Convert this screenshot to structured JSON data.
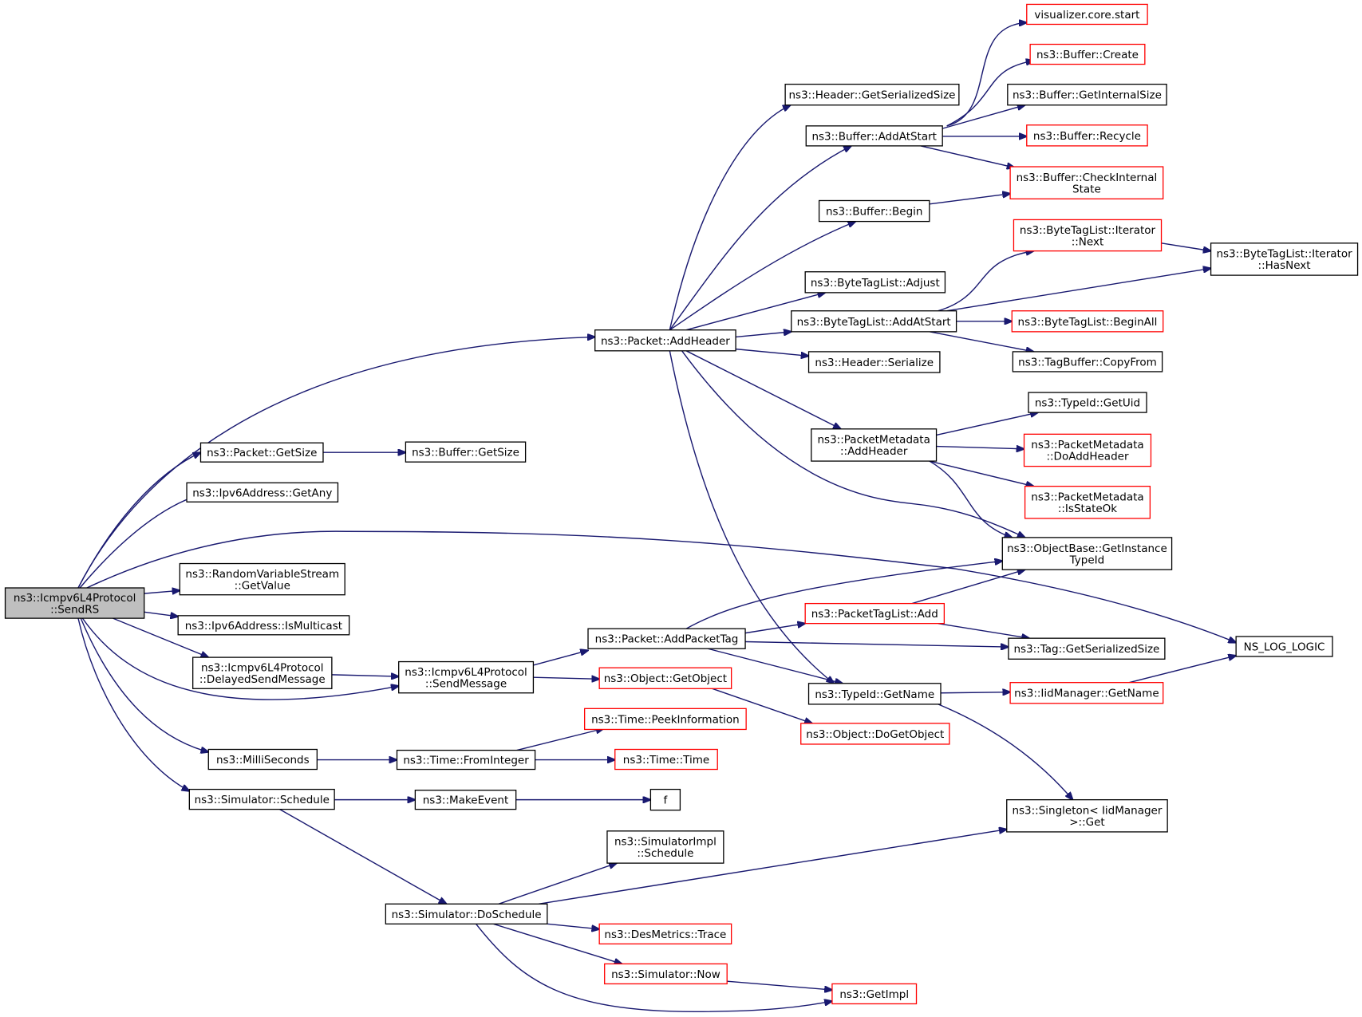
{
  "diagram": {
    "type": "call-graph",
    "colors": {
      "edge": "#191970",
      "root_fill": "#bfbfbf",
      "node_border": "#000000",
      "undocumented_border": "#ff0000"
    },
    "nodes": [
      {
        "id": "root",
        "lines": [
          "ns3::Icmpv6L4Protocol",
          "::SendRS"
        ],
        "style": "root"
      },
      {
        "id": "addHeader",
        "lines": [
          "ns3::Packet::AddHeader"
        ],
        "style": "normal"
      },
      {
        "id": "getSize",
        "lines": [
          "ns3::Packet::GetSize"
        ],
        "style": "normal"
      },
      {
        "id": "bufGetSize",
        "lines": [
          "ns3::Buffer::GetSize"
        ],
        "style": "normal"
      },
      {
        "id": "getAny",
        "lines": [
          "ns3::Ipv6Address::GetAny"
        ],
        "style": "normal"
      },
      {
        "id": "rvsGetValue",
        "lines": [
          "ns3::RandomVariableStream",
          "::GetValue"
        ],
        "style": "normal"
      },
      {
        "id": "isMulticast",
        "lines": [
          "ns3::Ipv6Address::IsMulticast"
        ],
        "style": "normal"
      },
      {
        "id": "delayedSend",
        "lines": [
          "ns3::Icmpv6L4Protocol",
          "::DelayedSendMessage"
        ],
        "style": "normal"
      },
      {
        "id": "sendMessage",
        "lines": [
          "ns3::Icmpv6L4Protocol",
          "::SendMessage"
        ],
        "style": "normal"
      },
      {
        "id": "milliSeconds",
        "lines": [
          "ns3::MilliSeconds"
        ],
        "style": "normal"
      },
      {
        "id": "fromInteger",
        "lines": [
          "ns3::Time::FromInteger"
        ],
        "style": "normal"
      },
      {
        "id": "schedule",
        "lines": [
          "ns3::Simulator::Schedule"
        ],
        "style": "normal"
      },
      {
        "id": "makeEvent",
        "lines": [
          "ns3::MakeEvent"
        ],
        "style": "normal"
      },
      {
        "id": "f",
        "lines": [
          "f"
        ],
        "style": "normal"
      },
      {
        "id": "doSchedule",
        "lines": [
          "ns3::Simulator::DoSchedule"
        ],
        "style": "normal"
      },
      {
        "id": "simImplSchedule",
        "lines": [
          "ns3::SimulatorImpl",
          "::Schedule"
        ],
        "style": "normal"
      },
      {
        "id": "desMetrics",
        "lines": [
          "ns3::DesMetrics::Trace"
        ],
        "style": "red"
      },
      {
        "id": "simNow",
        "lines": [
          "ns3::Simulator::Now"
        ],
        "style": "red"
      },
      {
        "id": "getImpl",
        "lines": [
          "ns3::GetImpl"
        ],
        "style": "red"
      },
      {
        "id": "headerGetSerSize",
        "lines": [
          "ns3::Header::GetSerializedSize"
        ],
        "style": "normal"
      },
      {
        "id": "bufAddAtStart",
        "lines": [
          "ns3::Buffer::AddAtStart"
        ],
        "style": "normal"
      },
      {
        "id": "vizStart",
        "lines": [
          "visualizer.core.start"
        ],
        "style": "red"
      },
      {
        "id": "bufCreate",
        "lines": [
          "ns3::Buffer::Create"
        ],
        "style": "red"
      },
      {
        "id": "bufGetInternalSize",
        "lines": [
          "ns3::Buffer::GetInternalSize"
        ],
        "style": "normal"
      },
      {
        "id": "bufRecycle",
        "lines": [
          "ns3::Buffer::Recycle"
        ],
        "style": "red"
      },
      {
        "id": "bufCheckInternal",
        "lines": [
          "ns3::Buffer::CheckInternal",
          "State"
        ],
        "style": "red"
      },
      {
        "id": "bufBegin",
        "lines": [
          "ns3::Buffer::Begin"
        ],
        "style": "normal"
      },
      {
        "id": "btlAdjust",
        "lines": [
          "ns3::ByteTagList::Adjust"
        ],
        "style": "normal"
      },
      {
        "id": "btlAddAtStart",
        "lines": [
          "ns3::ByteTagList::AddAtStart"
        ],
        "style": "normal"
      },
      {
        "id": "btlIterNext",
        "lines": [
          "ns3::ByteTagList::Iterator",
          "::Next"
        ],
        "style": "red"
      },
      {
        "id": "btlIterHasNext",
        "lines": [
          "ns3::ByteTagList::Iterator",
          "::HasNext"
        ],
        "style": "normal"
      },
      {
        "id": "btlBeginAll",
        "lines": [
          "ns3::ByteTagList::BeginAll"
        ],
        "style": "red"
      },
      {
        "id": "tagBufCopyFrom",
        "lines": [
          "ns3::TagBuffer::CopyFrom"
        ],
        "style": "normal"
      },
      {
        "id": "headerSerialize",
        "lines": [
          "ns3::Header::Serialize"
        ],
        "style": "normal"
      },
      {
        "id": "pmAddHeader",
        "lines": [
          "ns3::PacketMetadata",
          "::AddHeader"
        ],
        "style": "normal"
      },
      {
        "id": "typeIdGetUid",
        "lines": [
          "ns3::TypeId::GetUid"
        ],
        "style": "normal"
      },
      {
        "id": "pmDoAddHeader",
        "lines": [
          "ns3::PacketMetadata",
          "::DoAddHeader"
        ],
        "style": "red"
      },
      {
        "id": "pmIsStateOk",
        "lines": [
          "ns3::PacketMetadata",
          "::IsStateOk"
        ],
        "style": "red"
      },
      {
        "id": "getInstanceTypeId",
        "lines": [
          "ns3::ObjectBase::GetInstance",
          "TypeId"
        ],
        "style": "normal"
      },
      {
        "id": "nsLogLogic",
        "lines": [
          "NS_LOG_LOGIC"
        ],
        "style": "normal"
      },
      {
        "id": "addPacketTag",
        "lines": [
          "ns3::Packet::AddPacketTag"
        ],
        "style": "normal"
      },
      {
        "id": "ptlAdd",
        "lines": [
          "ns3::PacketTagList::Add"
        ],
        "style": "red"
      },
      {
        "id": "tagGetSerSize",
        "lines": [
          "ns3::Tag::GetSerializedSize"
        ],
        "style": "normal"
      },
      {
        "id": "typeIdGetName",
        "lines": [
          "ns3::TypeId::GetName"
        ],
        "style": "normal"
      },
      {
        "id": "iidGetName",
        "lines": [
          "ns3::IidManager::GetName"
        ],
        "style": "red"
      },
      {
        "id": "singletonGet",
        "lines": [
          "ns3::Singleton< IidManager",
          ">::Get"
        ],
        "style": "normal"
      },
      {
        "id": "objGetObject",
        "lines": [
          "ns3::Object::GetObject"
        ],
        "style": "red"
      },
      {
        "id": "objDoGetObject",
        "lines": [
          "ns3::Object::DoGetObject"
        ],
        "style": "red"
      },
      {
        "id": "timePeekInfo",
        "lines": [
          "ns3::Time::PeekInformation"
        ],
        "style": "red"
      },
      {
        "id": "timeTime",
        "lines": [
          "ns3::Time::Time"
        ],
        "style": "red"
      }
    ],
    "edges": [
      [
        "root",
        "addHeader"
      ],
      [
        "root",
        "getSize"
      ],
      [
        "root",
        "getAny"
      ],
      [
        "root",
        "nsLogLogic"
      ],
      [
        "root",
        "rvsGetValue"
      ],
      [
        "root",
        "isMulticast"
      ],
      [
        "root",
        "delayedSend"
      ],
      [
        "root",
        "sendMessage"
      ],
      [
        "root",
        "milliSeconds"
      ],
      [
        "root",
        "schedule"
      ],
      [
        "getSize",
        "bufGetSize"
      ],
      [
        "delayedSend",
        "sendMessage"
      ],
      [
        "sendMessage",
        "addPacketTag"
      ],
      [
        "sendMessage",
        "objGetObject"
      ],
      [
        "milliSeconds",
        "fromInteger"
      ],
      [
        "fromInteger",
        "timePeekInfo"
      ],
      [
        "fromInteger",
        "timeTime"
      ],
      [
        "schedule",
        "makeEvent"
      ],
      [
        "schedule",
        "doSchedule"
      ],
      [
        "makeEvent",
        "f"
      ],
      [
        "doSchedule",
        "simImplSchedule"
      ],
      [
        "doSchedule",
        "singletonGet"
      ],
      [
        "doSchedule",
        "desMetrics"
      ],
      [
        "doSchedule",
        "simNow"
      ],
      [
        "doSchedule",
        "getImpl"
      ],
      [
        "simNow",
        "getImpl"
      ],
      [
        "addHeader",
        "headerGetSerSize"
      ],
      [
        "addHeader",
        "bufAddAtStart"
      ],
      [
        "addHeader",
        "bufBegin"
      ],
      [
        "addHeader",
        "btlAdjust"
      ],
      [
        "addHeader",
        "btlAddAtStart"
      ],
      [
        "addHeader",
        "headerSerialize"
      ],
      [
        "addHeader",
        "pmAddHeader"
      ],
      [
        "addHeader",
        "getInstanceTypeId"
      ],
      [
        "addHeader",
        "typeIdGetName"
      ],
      [
        "bufAddAtStart",
        "vizStart"
      ],
      [
        "bufAddAtStart",
        "bufCreate"
      ],
      [
        "bufAddAtStart",
        "bufGetInternalSize"
      ],
      [
        "bufAddAtStart",
        "bufRecycle"
      ],
      [
        "bufAddAtStart",
        "bufCheckInternal"
      ],
      [
        "bufBegin",
        "bufCheckInternal"
      ],
      [
        "btlAddAtStart",
        "btlIterNext"
      ],
      [
        "btlAddAtStart",
        "btlIterHasNext"
      ],
      [
        "btlAddAtStart",
        "btlBeginAll"
      ],
      [
        "btlAddAtStart",
        "tagBufCopyFrom"
      ],
      [
        "btlIterNext",
        "btlIterHasNext"
      ],
      [
        "pmAddHeader",
        "typeIdGetUid"
      ],
      [
        "pmAddHeader",
        "pmDoAddHeader"
      ],
      [
        "pmAddHeader",
        "pmIsStateOk"
      ],
      [
        "pmAddHeader",
        "getInstanceTypeId"
      ],
      [
        "addPacketTag",
        "getInstanceTypeId"
      ],
      [
        "addPacketTag",
        "ptlAdd"
      ],
      [
        "addPacketTag",
        "tagGetSerSize"
      ],
      [
        "addPacketTag",
        "typeIdGetName"
      ],
      [
        "ptlAdd",
        "getInstanceTypeId"
      ],
      [
        "ptlAdd",
        "tagGetSerSize"
      ],
      [
        "typeIdGetName",
        "iidGetName"
      ],
      [
        "typeIdGetName",
        "singletonGet"
      ],
      [
        "iidGetName",
        "nsLogLogic"
      ],
      [
        "objGetObject",
        "objDoGetObject"
      ]
    ]
  }
}
